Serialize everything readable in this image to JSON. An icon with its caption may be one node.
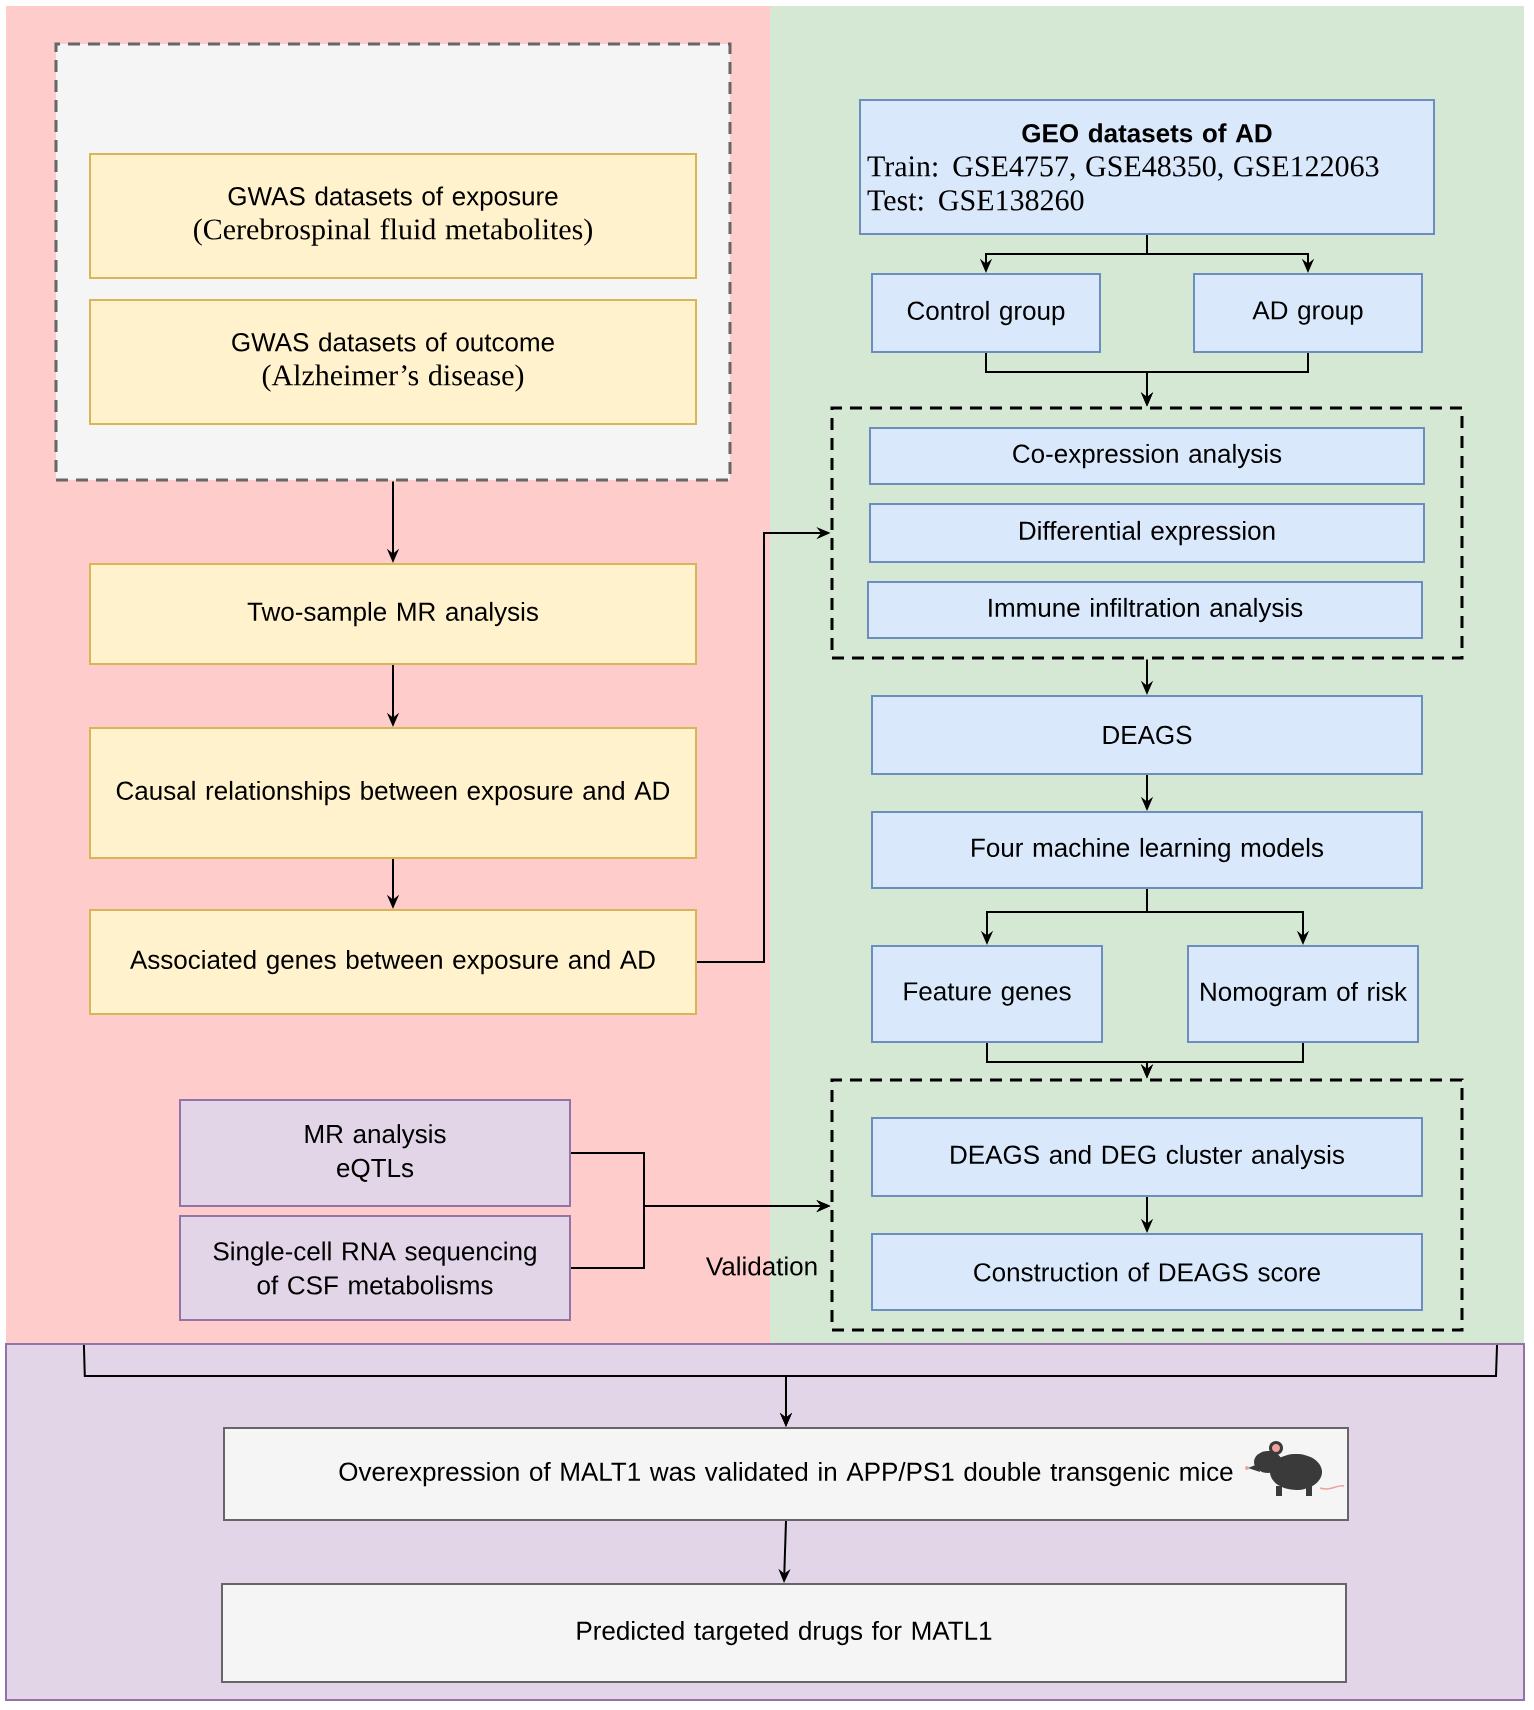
{
  "diagram": {
    "nodes": [
      {
        "text": [],
        "shape": "box"
      },
      {
        "text": [],
        "shape": "box",
        "in": 0
      },
      {
        "text": [
          "GWAS datasets of exposure",
          "(Cerebrospinal fluid metabolites)"
        ],
        "in": 1
      },
      {
        "text": [
          "GWAS datasets of outcome",
          "(Alzheimer’s disease)"
        ],
        "in": 1
      },
      {
        "text": [
          "Two-sample MR analysis"
        ],
        "in": 0
      },
      {
        "text": [
          "Causal relationships between exposure and AD"
        ],
        "in": 0
      },
      {
        "text": [
          "Associated genes between exposure and AD"
        ],
        "in": 0
      },
      {
        "text": [
          "MR analysis",
          "eQTLs"
        ],
        "in": 0
      },
      {
        "text": [
          "Single-cell RNA sequencing of CSF metabolisms"
        ],
        "in": 0
      },
      {
        "text": [],
        "shape": "box"
      },
      {
        "text": [
          "GEO datasets of AD",
          "Train: GSE4757, GSE48350, GSE122063",
          "Test: GSE138260"
        ],
        "in": 9
      },
      {
        "text": [
          "Control group"
        ],
        "in": 9
      },
      {
        "text": [
          "AD group"
        ],
        "in": 9
      },
      {
        "text": [],
        "shape": "box",
        "in": 9
      },
      {
        "text": [
          "Co-expression analysis"
        ],
        "in": 13
      },
      {
        "text": [
          "Differential expression"
        ],
        "in": 13
      },
      {
        "text": [
          "Immune infiltration analysis"
        ],
        "in": 13
      },
      {
        "text": [
          "DEAGS"
        ],
        "in": 9
      },
      {
        "text": [
          "Four machine learning models"
        ],
        "in": 9
      },
      {
        "text": [
          "Feature genes"
        ],
        "in": 9
      },
      {
        "text": [
          "Nomogram of risk"
        ],
        "in": 9
      },
      {
        "text": [],
        "shape": "box",
        "in": 9
      },
      {
        "text": [
          "DEAGS and DEG cluster analysis"
        ],
        "in": 21
      },
      {
        "text": [
          "Construction of DEAGS score"
        ],
        "in": 21
      },
      {
        "text": [],
        "shape": "box"
      },
      {
        "text": [
          "Overexpression of MALT1 was validated in APP/PS1 double transgenic mice"
        ],
        "in": 24
      },
      {
        "text": [
          "Predicted targeted drugs for MATL1"
        ],
        "in": 24
      }
    ],
    "edges": [
      {
        "from": 1,
        "to": 4,
        "arrow": "to"
      },
      {
        "from": 4,
        "to": 5,
        "arrow": "to"
      },
      {
        "from": 5,
        "to": 6,
        "arrow": "to"
      },
      {
        "from": 6,
        "to": 13,
        "arrow": "to"
      },
      {
        "from": 10,
        "to": 11,
        "arrow": "to"
      },
      {
        "from": 10,
        "to": 12,
        "arrow": "to"
      },
      {
        "from": 11,
        "to": 13,
        "arrow": "to"
      },
      {
        "from": 12,
        "to": 13,
        "arrow": "to"
      },
      {
        "from": 13,
        "to": 17,
        "arrow": "to"
      },
      {
        "from": 17,
        "to": 18,
        "arrow": "to"
      },
      {
        "from": 18,
        "to": 19,
        "arrow": "to"
      },
      {
        "from": 18,
        "to": 20,
        "arrow": "to"
      },
      {
        "from": 19,
        "to": 21,
        "arrow": "to"
      },
      {
        "from": 20,
        "to": 21,
        "arrow": "to"
      },
      {
        "from": 7,
        "to": 21,
        "arrow": "to"
      },
      {
        "from": 8,
        "to": 21,
        "arrow": "to",
        "label": "Validation"
      },
      {
        "from": 22,
        "to": 23,
        "arrow": "to"
      },
      {
        "from": 0,
        "to": 25,
        "arrow": "to"
      },
      {
        "from": 9,
        "to": 25,
        "arrow": "to"
      },
      {
        "from": 25,
        "to": 26,
        "arrow": "to"
      }
    ]
  }
}
